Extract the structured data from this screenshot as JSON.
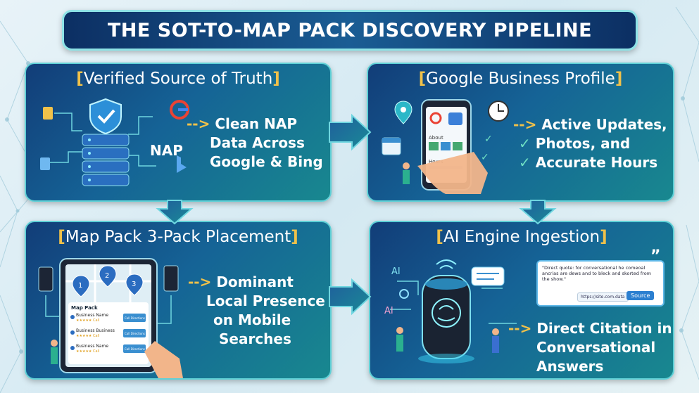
{
  "title": "THE SOT-TO-MAP PACK DISCOVERY PIPELINE",
  "panels": {
    "p1": {
      "title": "Verified Source of Truth",
      "nap_label": "NAP",
      "lines": [
        "Clean NAP",
        "Data  Across",
        "Google & Bing"
      ]
    },
    "p2": {
      "title": "Google Business Profile",
      "phone_about": "About",
      "phone_hours": "Hours",
      "lines": [
        "Active Updates,",
        "Photos, and",
        "Accurate Hours"
      ]
    },
    "p3": {
      "title": "Map Pack 3-Pack Placement",
      "map_title": "Map Pack",
      "pins": [
        "1",
        "2",
        "3"
      ],
      "listings": [
        {
          "name": "Business Name",
          "rating": "★★★★★ Call",
          "button": "Call Directions"
        },
        {
          "name": "Business Business",
          "rating": "★★★★★ Call",
          "button": "Call Directions"
        },
        {
          "name": "Business Name",
          "rating": "★★★★★ Call",
          "button": "Call Directions"
        }
      ],
      "lines": [
        "Dominant",
        "Local Presence",
        "on Mobile",
        "Searches"
      ]
    },
    "p4": {
      "title": "AI Engine Ingestion",
      "ai_label_1": "AI",
      "ai_label_2": "AI",
      "quote_text": "\"Direct quote: for conversational he comeoal ancrias are dews and to bleck and skorted from the show.\"",
      "url_text": "https://site.com.data",
      "source_button": "Source",
      "lines": [
        "Direct Citation in",
        "Conversational",
        "Answers"
      ]
    }
  },
  "arrow_glyph": "-->",
  "check_glyph": "✓"
}
